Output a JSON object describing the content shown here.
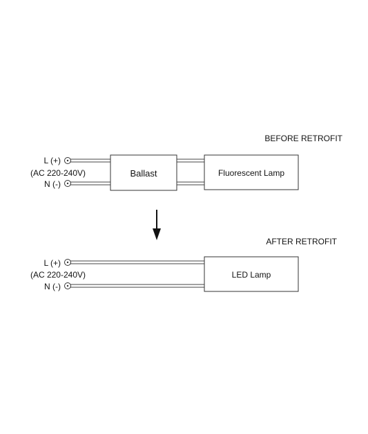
{
  "before": {
    "heading": "BEFORE RETROFIT",
    "live_label": "L (+)",
    "voltage_label": "(AC 220-240V)",
    "neutral_label": "N (-)",
    "ballast_label": "Ballast",
    "lamp_label": "Fluorescent Lamp"
  },
  "after": {
    "heading": "AFTER RETROFIT",
    "live_label": "L (+)",
    "voltage_label": "(AC 220-240V)",
    "neutral_label": "N (-)",
    "lamp_label": "LED Lamp"
  },
  "colors": {
    "line": "#333333",
    "text": "#111111",
    "background": "#ffffff"
  }
}
